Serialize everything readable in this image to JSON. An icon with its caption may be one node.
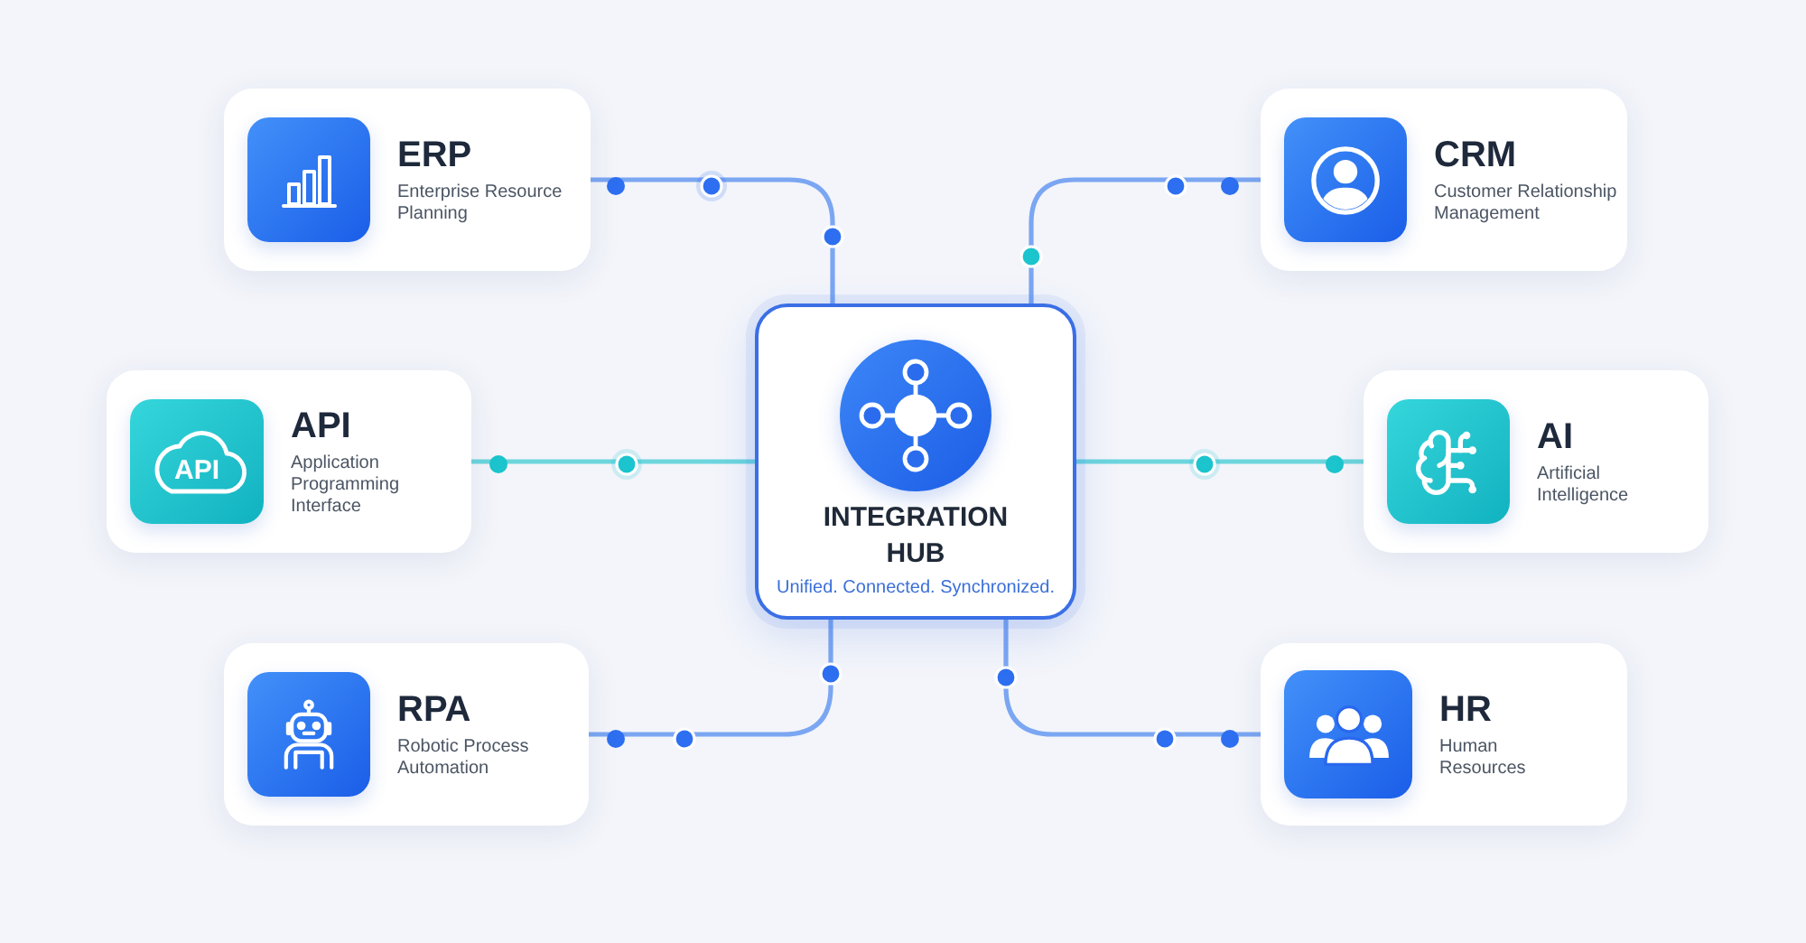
{
  "diagram": {
    "nodes": [
      {
        "text": [
          "ERP",
          "Enterprise Resource Planning"
        ]
      },
      {
        "text": [
          "CRM",
          "Customer Relationship Management"
        ]
      },
      {
        "text": [
          "API",
          "API",
          "Application Programming Interface"
        ]
      },
      {
        "text": [
          "INTEGRATION HUB",
          "Unified. Connected. Synchronized."
        ]
      },
      {
        "text": [
          "AI",
          "Artificial Intelligence"
        ]
      },
      {
        "text": [
          "RPA",
          "Robotic Process Automation"
        ]
      },
      {
        "text": [
          "HR",
          "Human Resources"
        ]
      }
    ],
    "edges": [
      {
        "from": 3,
        "to": 0,
        "arrow": "none"
      },
      {
        "from": 3,
        "to": 1,
        "arrow": "none"
      },
      {
        "from": 3,
        "to": 2,
        "arrow": "none",
        "color": "#6dd5dd"
      },
      {
        "from": 3,
        "to": 4,
        "arrow": "none",
        "color": "#6dd5dd"
      },
      {
        "from": 3,
        "to": 5,
        "arrow": "none"
      },
      {
        "from": 3,
        "to": 6,
        "arrow": "none"
      }
    ]
  }
}
